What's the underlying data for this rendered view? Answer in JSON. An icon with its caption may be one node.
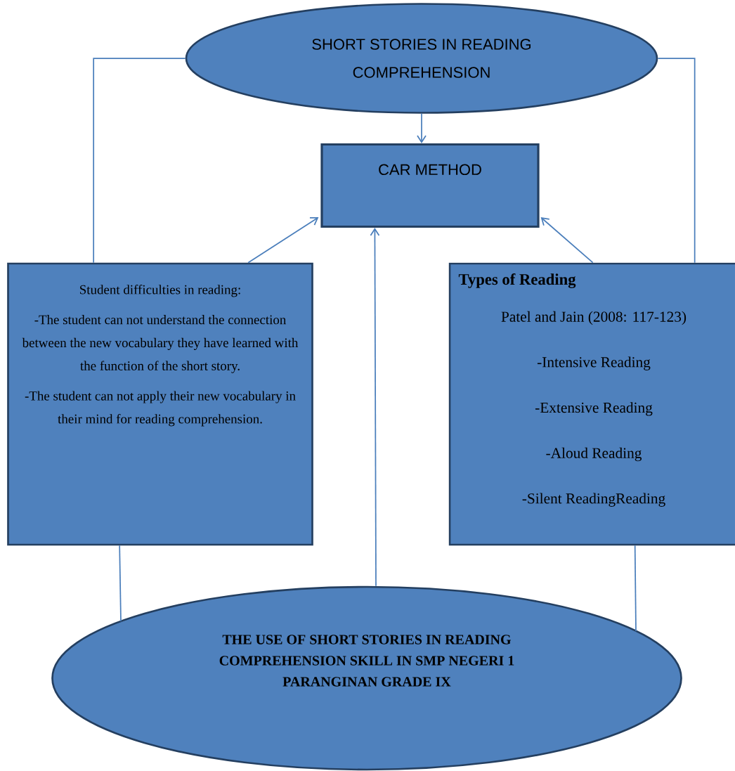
{
  "diagram": {
    "nodes": [
      {
        "text": [
          "SHORT STORIES IN READING COMPREHENSION"
        ]
      },
      {
        "text": [
          "CAR METHOD"
        ]
      },
      {
        "text": [
          "Student difficulties in reading:",
          "-The student can not understand the connection between the new vocabulary they have learned with the function of the short story.",
          "-The student can not apply their new vocabulary in their mind for reading comprehension."
        ]
      },
      {
        "text": [
          "Types of Reading",
          "Patel and Jain (2008: 117-123)",
          "-Intensive Reading",
          "-Extensive Reading",
          "-Aloud Reading",
          "-Silent ReadingReading"
        ]
      },
      {
        "text": [
          "THE USE OF SHORT STORIES IN READING COMPREHENSION SKILL IN SMP NEGERI 1 PARANGINAN GRADE IX"
        ]
      }
    ],
    "edges": [
      {
        "from": 0,
        "to": 1,
        "arrow": "to"
      },
      {
        "from": 2,
        "to": 1,
        "arrow": "to"
      },
      {
        "from": 4,
        "to": 1,
        "arrow": "to"
      },
      {
        "from": 3,
        "to": 1,
        "arrow": "to"
      },
      {
        "from": 0,
        "to": 2,
        "arrow": "none"
      },
      {
        "from": 0,
        "to": 3,
        "arrow": "none"
      },
      {
        "from": 2,
        "to": 4,
        "arrow": "none"
      },
      {
        "from": 3,
        "to": 4,
        "arrow": "none"
      }
    ]
  }
}
